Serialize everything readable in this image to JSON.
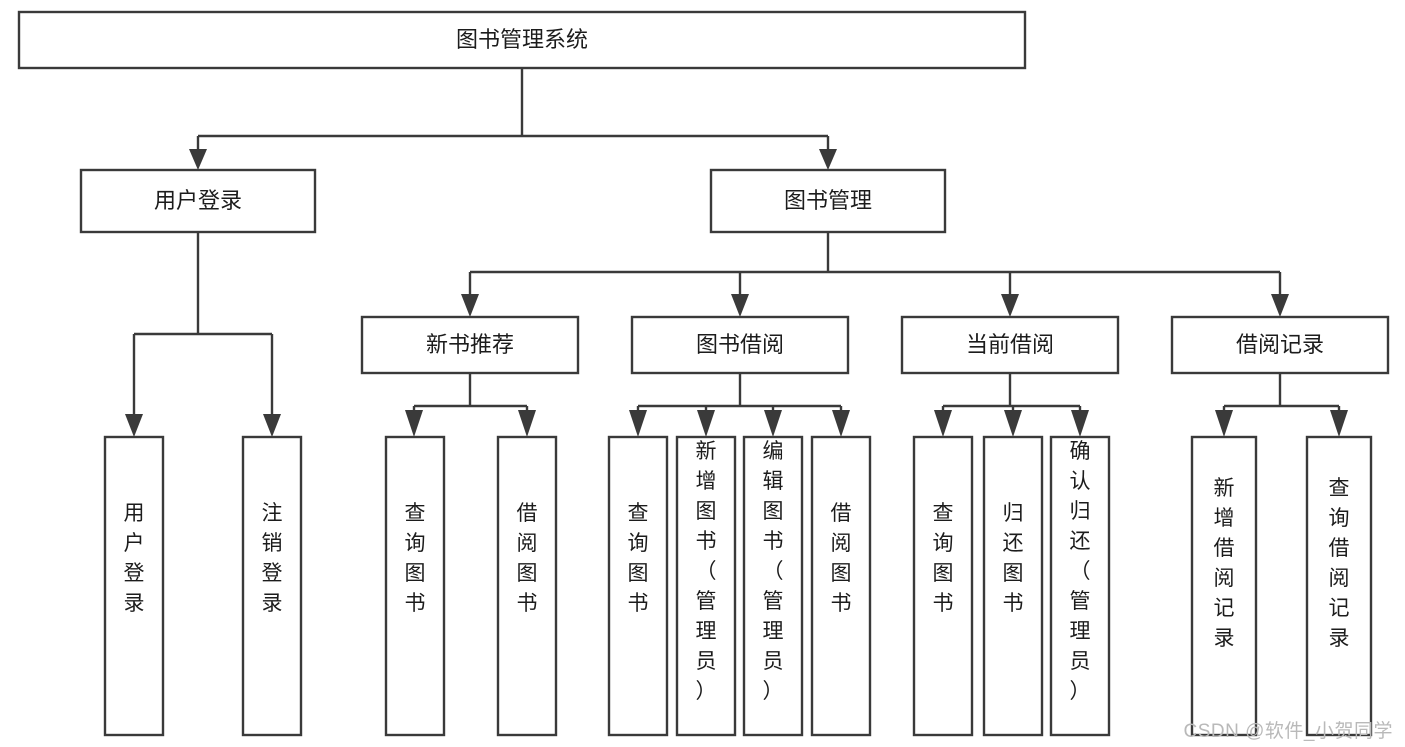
{
  "diagram": {
    "title": "图书管理系统",
    "watermark": "CSDN @软件_小贺同学",
    "type": "tree-hierarchy-diagram",
    "colors": {
      "stroke": "#3a3a3a",
      "fill": "#ffffff",
      "text": "#1c1c1c",
      "watermark": "#b9b9b9",
      "background": "#ffffff"
    },
    "root": {
      "label": "图书管理系统"
    },
    "level2": [
      {
        "label": "用户登录"
      },
      {
        "label": "图书管理"
      }
    ],
    "level3": [
      {
        "label": "新书推荐"
      },
      {
        "label": "图书借阅"
      },
      {
        "label": "当前借阅"
      },
      {
        "label": "借阅记录"
      }
    ],
    "leaves_user_login": [
      {
        "label": "用户登录"
      },
      {
        "label": "注销登录"
      }
    ],
    "leaves_new_book": [
      {
        "label": "查询图书"
      },
      {
        "label": "借阅图书"
      }
    ],
    "leaves_borrow": [
      {
        "label": "查询图书"
      },
      {
        "label": "新增图书（管理员）"
      },
      {
        "label": "编辑图书（管理员）"
      },
      {
        "label": "借阅图书"
      }
    ],
    "leaves_current": [
      {
        "label": "查询图书"
      },
      {
        "label": "归还图书"
      },
      {
        "label": "确认归还（管理员）"
      }
    ],
    "leaves_record": [
      {
        "label": "新增借阅记录"
      },
      {
        "label": "查询借阅记录"
      }
    ]
  }
}
